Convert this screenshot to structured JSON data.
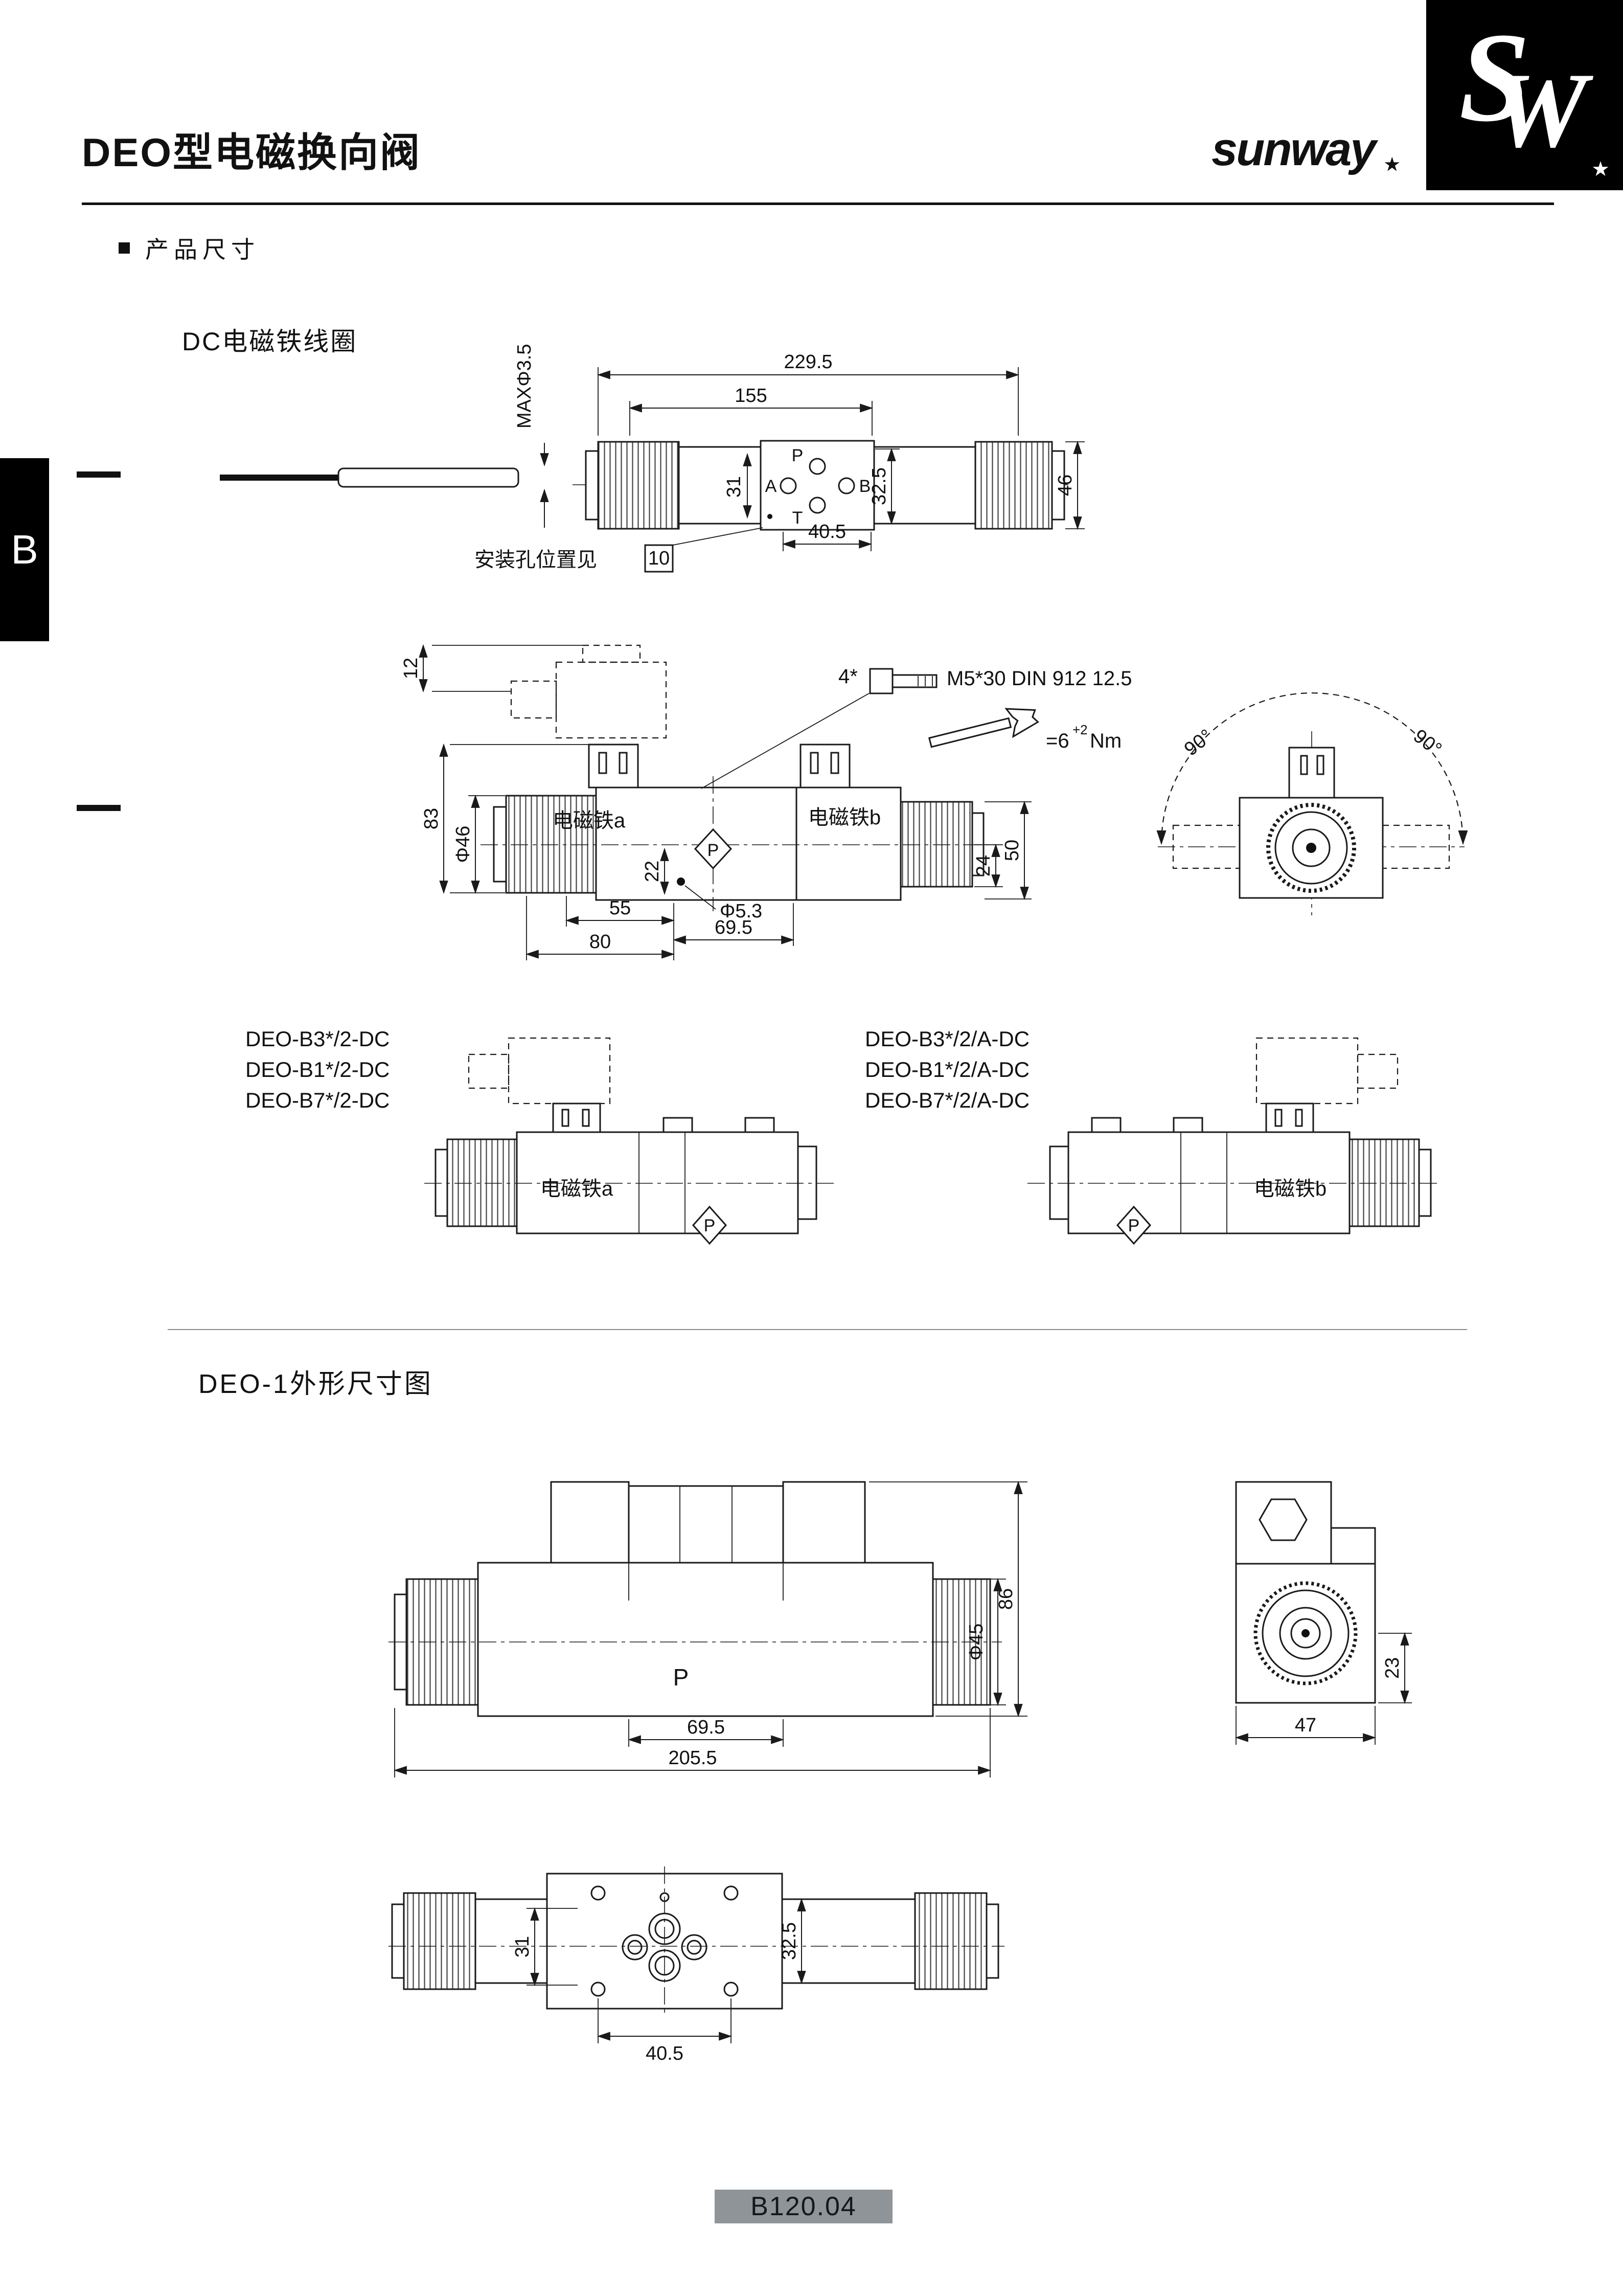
{
  "header": {
    "title": "DEO型电磁换向阀",
    "brand": "sunway",
    "brand_star": "★",
    "logo_s": "S",
    "logo_w": "W",
    "logo_star": "★"
  },
  "side_tab": "B",
  "sections": {
    "product_dims": "产品尺寸",
    "dc_coil": "DC电磁铁线圈",
    "deo1": "DEO-1外形尺寸图"
  },
  "diagram1": {
    "max_dia": "MAXΦ3.5",
    "len_total": "229.5",
    "len_155": "155",
    "dim_31": "31",
    "dim_325": "32.5",
    "dim_46": "46",
    "dim_405": "40.5",
    "port_p": "P",
    "port_a": "A",
    "port_b": "B",
    "port_t": "T",
    "mount_note": "安装孔位置见",
    "mount_ref": "10"
  },
  "diagram2": {
    "dim_12": "12",
    "dim_83": "83",
    "dia_46": "Φ46",
    "dim_22": "22",
    "dim_55": "55",
    "dim_80": "80",
    "dim_695": "69.5",
    "dia_53": "Φ5.3",
    "dim_24": "24",
    "dim_50": "50",
    "bolt_qty": "4*",
    "bolt_spec": "M5*30  DIN 912 12.5",
    "torque_eq": "=6",
    "torque_sup": "+2",
    "torque_unit": "Nm",
    "coil_a": "电磁铁a",
    "coil_b": "电磁铁b",
    "angle_left": "90°",
    "angle_right": "90°",
    "port_p": "P"
  },
  "diagram3": {
    "left_models": [
      "DEO-B3*/2-DC",
      "DEO-B1*/2-DC",
      "DEO-B7*/2-DC"
    ],
    "right_models": [
      "DEO-B3*/2/A-DC",
      "DEO-B1*/2/A-DC",
      "DEO-B7*/2/A-DC"
    ],
    "coil_a": "电磁铁a",
    "coil_b": "电磁铁b",
    "port_p": "P"
  },
  "diagram4": {
    "dim_86": "86",
    "dia_45": "Φ45",
    "dim_695": "69.5",
    "dim_2055": "205.5",
    "port_p": "P",
    "dim_23": "23",
    "dim_47": "47"
  },
  "diagram5": {
    "dim_31": "31",
    "dim_325": "32.5",
    "dim_405": "40.5"
  },
  "footer": {
    "code": "B120.04"
  }
}
